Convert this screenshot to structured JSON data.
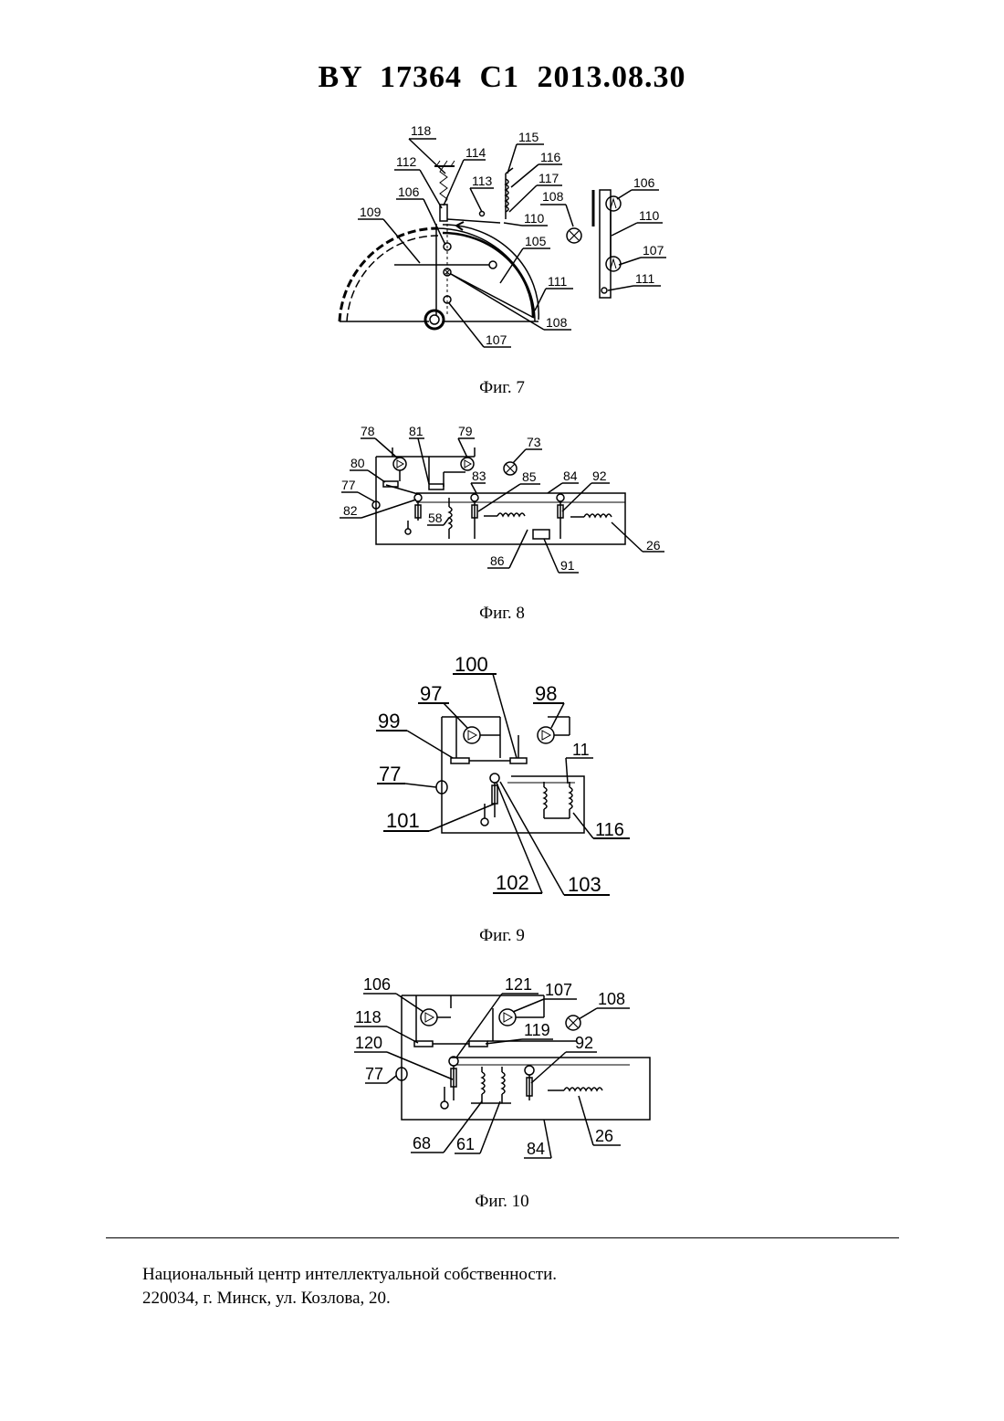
{
  "header": {
    "doc_number": "BY  17364  C1  2013.08.30"
  },
  "figures": [
    {
      "caption": "Фиг. 7",
      "labels": [
        "118",
        "114",
        "112",
        "115",
        "116",
        "113",
        "117",
        "106",
        "108",
        "110",
        "109",
        "105",
        "111",
        "108",
        "107",
        "106",
        "110",
        "107",
        "111"
      ]
    },
    {
      "caption": "Фиг. 8",
      "labels": [
        "78",
        "81",
        "79",
        "73",
        "80",
        "83",
        "85",
        "84",
        "92",
        "77",
        "82",
        "58",
        "26",
        "86",
        "91"
      ]
    },
    {
      "caption": "Фиг. 9",
      "labels": [
        "100",
        "97",
        "98",
        "99",
        "11",
        "77",
        "101",
        "116",
        "102",
        "103"
      ]
    },
    {
      "caption": "Фиг. 10",
      "labels": [
        "106",
        "121",
        "107",
        "108",
        "118",
        "119",
        "120",
        "92",
        "77",
        "68",
        "61",
        "84",
        "26"
      ]
    }
  ],
  "footer": {
    "line1": "Национальный центр интеллектуальной собственности.",
    "line2": "220034, г. Минск, ул. Козлова, 20."
  }
}
